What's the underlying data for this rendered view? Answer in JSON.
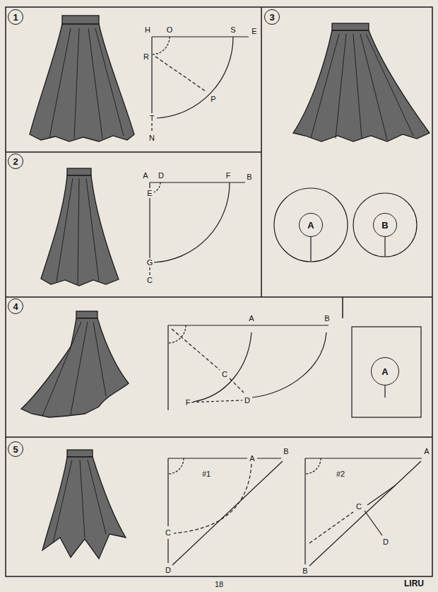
{
  "diagram": {
    "nodes": [
      {
        "text": [
          "1"
        ]
      },
      {
        "text": [
          "3"
        ]
      },
      {
        "text": [
          "2"
        ]
      },
      {
        "text": [
          "A"
        ]
      },
      {
        "text": [
          "B"
        ]
      },
      {
        "text": [
          "4"
        ]
      },
      {
        "text": [
          "A"
        ]
      },
      {
        "text": [
          "5"
        ]
      }
    ],
    "labels": [
      "H",
      "O",
      "S",
      "E",
      "R",
      "P",
      "T",
      "N",
      "A",
      "D",
      "F",
      "B",
      "E",
      "G",
      "C",
      "A",
      "B",
      "C",
      "D",
      "F",
      "#1",
      "A",
      "B",
      "C",
      "D",
      "#2",
      "A",
      "B",
      "C",
      "D",
      "18",
      "LIRU"
    ]
  }
}
